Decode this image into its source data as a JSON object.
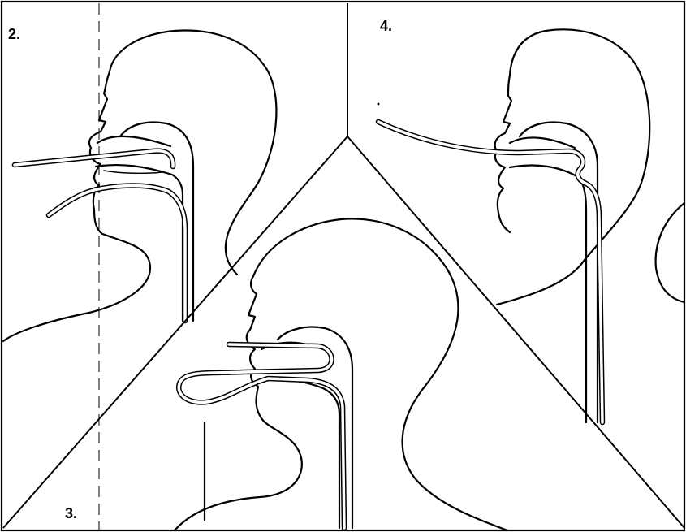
{
  "figure": {
    "panels": [
      {
        "id": "p2",
        "label": "2."
      },
      {
        "id": "p3",
        "label": "3."
      },
      {
        "id": "p4",
        "label": "4."
      }
    ],
    "colors": {
      "ink": "#000000",
      "paper": "#ffffff"
    }
  }
}
